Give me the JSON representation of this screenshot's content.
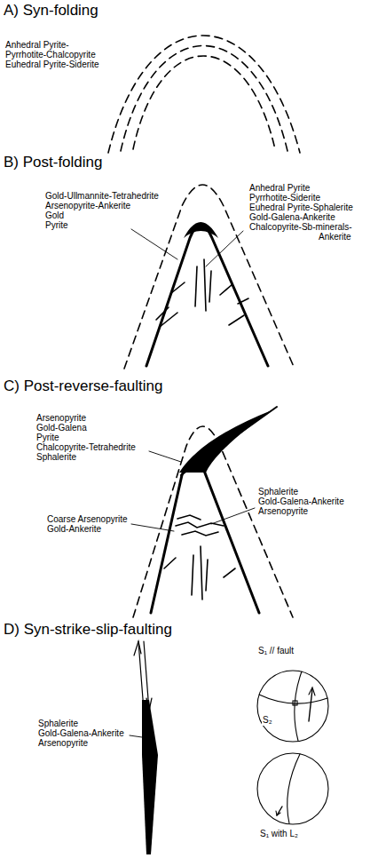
{
  "diagram": {
    "labels": [
      "A) Syn-folding",
      "Anhedral Pyrite-",
      "Pyrrhotite-Chalcopyrite",
      "Euhedral Pyrite-Siderite",
      "B) Post-folding",
      "Gold-Ullmannite-Tetrahedrite",
      "Arsenopyrite-Ankerite",
      "Gold",
      "Pyrite",
      "Anhedral Pyrite",
      "Pyrrhotite-Siderite",
      "Euhedral Pyrite-Sphalerite",
      "Gold-Galena-Ankerite",
      "Chalcopyrite-Sb-minerals-",
      "Ankerite",
      "C) Post-reverse-faulting",
      "Arsenopyrite",
      "Gold-Galena",
      "Pyrite",
      "Chalcopyrite-Tetrahedrite",
      "Sphalerite",
      "Sphalerite",
      "Gold-Galena-Ankerite",
      "Arsenopyrite",
      "Coarse Arsenopyrite",
      "Gold-Ankerite",
      "D) Syn-strike-slip-faulting",
      "Sphalerite",
      "Gold-Galena-Ankerite",
      "Arsenopyrite",
      "S₁ // fault",
      "S₂",
      "S₁ with L₂"
    ]
  }
}
